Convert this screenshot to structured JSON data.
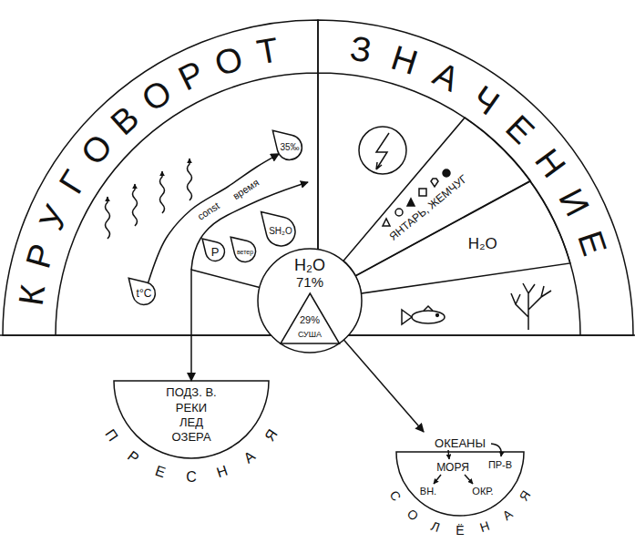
{
  "diagram": {
    "nodes": [
      {
        "text": [
          "КРУГОВОРОТ"
        ]
      },
      {
        "text": [
          "t°C"
        ],
        "in": 0
      },
      {
        "text": [
          "P"
        ],
        "in": 0
      },
      {
        "text": [
          "ветер"
        ],
        "in": 0
      },
      {
        "text": [
          "SH₂O"
        ],
        "in": 0
      },
      {
        "text": [
          "35‰"
        ],
        "in": 0
      },
      {
        "text": [
          "ЗНАЧЕНИЕ"
        ]
      },
      {
        "text": [
          "ЯНТАРЬ, ЖЕМЧУГ"
        ],
        "in": 6
      },
      {
        "text": [
          "H₂O"
        ],
        "in": 6
      },
      {
        "text": [
          "H₂O",
          "71%"
        ]
      },
      {
        "text": [
          "29%",
          "СУША"
        ],
        "in": 9
      },
      {
        "text": [
          "ПОДЗ. В.",
          "РЕКИ",
          "ЛЕД",
          "ОЗЕРА",
          "ПРЕСНАЯ"
        ]
      },
      {
        "text": [
          "ОКЕАНЫ",
          "МОРЯ",
          "ПР-В",
          "ВН.",
          "ОКР.",
          "СОЛЁНАЯ"
        ]
      }
    ],
    "edges": [
      {
        "from": 1,
        "to": 5,
        "arrow": "to"
      },
      {
        "from": 9,
        "to": 11,
        "arrow": "to"
      },
      {
        "from": 9,
        "to": 12,
        "arrow": "to"
      }
    ],
    "labels": [
      "const",
      "время"
    ]
  }
}
